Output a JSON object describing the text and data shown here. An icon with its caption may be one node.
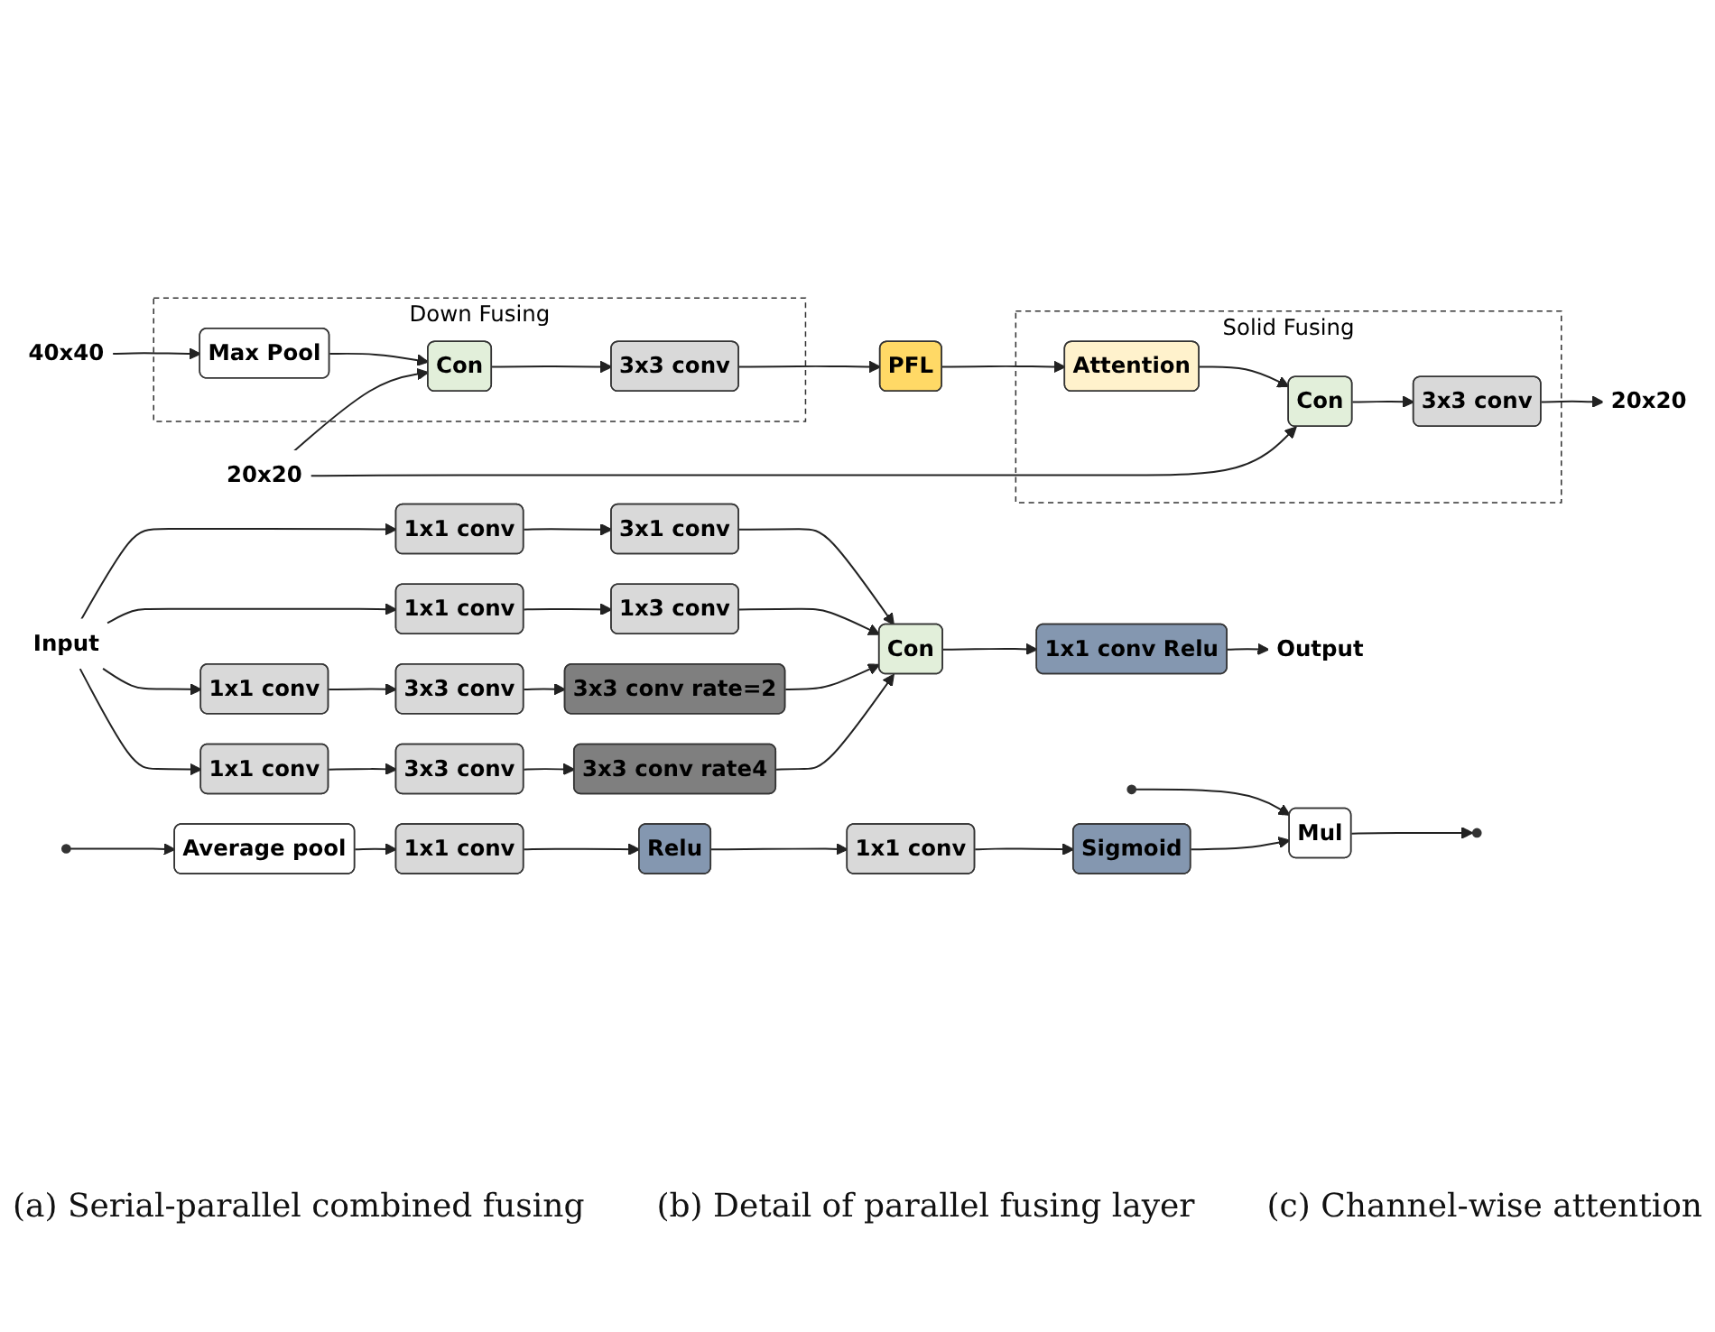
{
  "diagram": {
    "nodes": [
      {
        "text": [
          "40x40"
        ]
      },
      {
        "text": [
          "Down Fusing"
        ]
      },
      {
        "text": [
          "Max Pool"
        ],
        "in": 1
      },
      {
        "text": [
          "Con"
        ],
        "in": 1
      },
      {
        "text": [
          "3x3 conv"
        ],
        "in": 1
      },
      {
        "text": [
          "PFL"
        ]
      },
      {
        "text": [
          "20x20"
        ]
      },
      {
        "text": [
          "Solid Fusing"
        ]
      },
      {
        "text": [
          "Attention"
        ],
        "in": 7
      },
      {
        "text": [
          "Con"
        ],
        "in": 7
      },
      {
        "text": [
          "3x3 conv"
        ],
        "in": 7
      },
      {
        "text": [
          "20x20"
        ]
      },
      {
        "text": [
          "Output"
        ]
      },
      {
        "text": [
          "1x1 conv Relu"
        ]
      },
      {
        "text": [
          "Con"
        ]
      },
      {
        "text": [
          "3x1 conv"
        ]
      },
      {
        "text": [
          "1x3 conv"
        ]
      },
      {
        "text": [
          "3x3 conv rate=2"
        ]
      },
      {
        "text": [
          "3x3 conv rate4"
        ]
      },
      {
        "text": [
          "1x1 conv"
        ]
      },
      {
        "text": [
          "1x1 conv"
        ]
      },
      {
        "text": [
          "3x3 conv"
        ]
      },
      {
        "text": [
          "3x3 conv"
        ]
      },
      {
        "text": [
          "1x1 conv"
        ]
      },
      {
        "text": [
          "1x1 conv"
        ]
      },
      {
        "text": [
          "Input"
        ]
      },
      {
        "text": [
          "Average pool"
        ]
      },
      {
        "text": [
          "1x1 conv"
        ]
      },
      {
        "text": [
          "Relu"
        ]
      },
      {
        "text": [
          "1x1 conv"
        ]
      },
      {
        "text": [
          "Sigmoid"
        ]
      },
      {
        "text": [
          "Mul"
        ]
      }
    ],
    "edges": [
      {
        "from": 0,
        "to": 2,
        "arrow": "to"
      },
      {
        "from": 2,
        "to": 3,
        "arrow": "to"
      },
      {
        "from": 6,
        "to": 3,
        "arrow": "to"
      },
      {
        "from": 3,
        "to": 4,
        "arrow": "to"
      },
      {
        "from": 4,
        "to": 5,
        "arrow": "to"
      },
      {
        "from": 5,
        "to": 8,
        "arrow": "to"
      },
      {
        "from": 8,
        "to": 9,
        "arrow": "to"
      },
      {
        "from": 6,
        "to": 9,
        "arrow": "to"
      },
      {
        "from": 9,
        "to": 10,
        "arrow": "to"
      },
      {
        "from": 10,
        "to": 11,
        "arrow": "to"
      },
      {
        "from": 13,
        "to": 12,
        "arrow": "to"
      },
      {
        "from": 14,
        "to": 13,
        "arrow": "to"
      },
      {
        "from": 15,
        "to": 14,
        "arrow": "to"
      },
      {
        "from": 16,
        "to": 14,
        "arrow": "to"
      },
      {
        "from": 17,
        "to": 14,
        "arrow": "to"
      },
      {
        "from": 18,
        "to": 14,
        "arrow": "to"
      },
      {
        "from": 19,
        "to": 15,
        "arrow": "to"
      },
      {
        "from": 20,
        "to": 16,
        "arrow": "to"
      },
      {
        "from": 21,
        "to": 17,
        "arrow": "to"
      },
      {
        "from": 22,
        "to": 18,
        "arrow": "to"
      },
      {
        "from": 23,
        "to": 21,
        "arrow": "to"
      },
      {
        "from": 24,
        "to": 22,
        "arrow": "to"
      },
      {
        "from": 25,
        "to": 19,
        "arrow": "to"
      },
      {
        "from": 25,
        "to": 20,
        "arrow": "to"
      },
      {
        "from": 25,
        "to": 23,
        "arrow": "to"
      },
      {
        "from": 25,
        "to": 24,
        "arrow": "to"
      },
      {
        "from": null,
        "to": 26,
        "arrow": "to"
      },
      {
        "from": null,
        "to": 31,
        "arrow": "to"
      },
      {
        "from": 26,
        "to": 27,
        "arrow": "to"
      },
      {
        "from": 27,
        "to": 28,
        "arrow": "to"
      },
      {
        "from": 28,
        "to": 29,
        "arrow": "to"
      },
      {
        "from": 29,
        "to": 30,
        "arrow": "to"
      },
      {
        "from": 30,
        "to": 31,
        "arrow": "to"
      },
      {
        "from": 31,
        "to": null,
        "arrow": "to"
      }
    ],
    "labels": [
      "(a) Serial-parallel combined fusing",
      "(b) Detail of parallel fusing layer",
      "(c) Channel-wise attention"
    ]
  }
}
